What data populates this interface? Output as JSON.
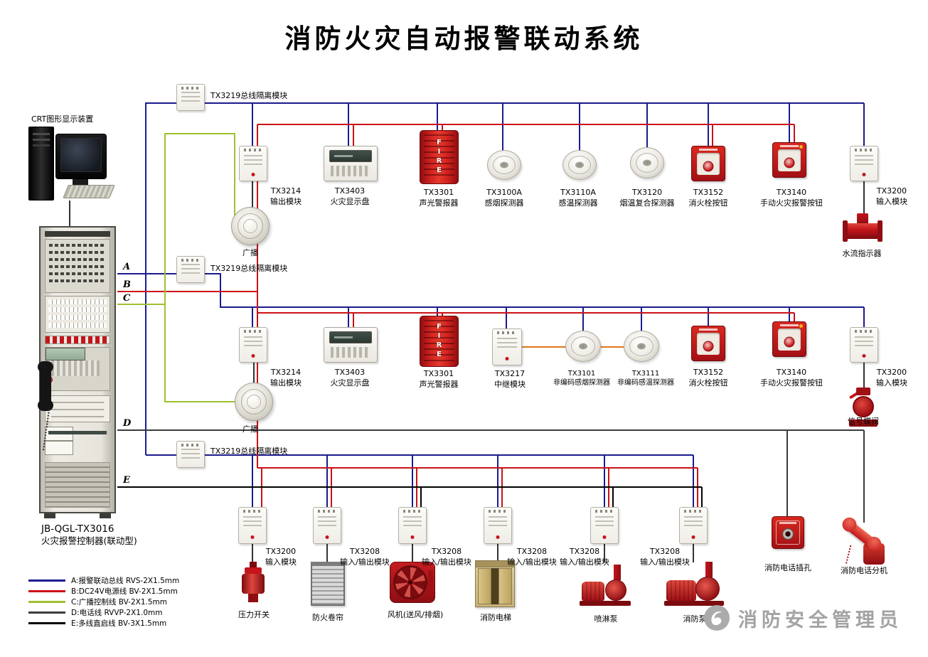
{
  "title": "消防火灾自动报警联动系统",
  "watermark": "消防安全管理员",
  "alarm_text": "FIRE",
  "crt_label": "CRT图形显示装置",
  "controller": {
    "model": "JB-QGL-TX3016",
    "type": "火灾报警控制器(联动型)"
  },
  "bus": {
    "a": "A",
    "b": "B",
    "c": "C",
    "d": "D",
    "e": "E"
  },
  "colors": {
    "bus_a": "#1b1b8f",
    "bus_b": "#cc1118",
    "bus_c": "#9fc131",
    "bus_d": "#3c3c3c",
    "bus_e": "#000000",
    "loop": "#e07818",
    "device_red": "#c3151b"
  },
  "legend": [
    {
      "text": "A:报警联动总线  RVS-2X1.5mm",
      "color": "#1b1b8f"
    },
    {
      "text": "B:DC24V电源线  BV-2X1.5mm",
      "color": "#cc1118"
    },
    {
      "text": "C:广播控制线  BV-2X1.5mm",
      "color": "#9fc131"
    },
    {
      "text": "D:电话线  RVVP-2X1.0mm",
      "color": "#3c3c3c"
    },
    {
      "text": "E:多线直启线  BV-3X1.5mm",
      "color": "#000000"
    }
  ],
  "isolator_label": "TX3219总线隔离模块",
  "row1": {
    "d1_model": "TX3214",
    "d1_name": "输出模块",
    "speaker": "广播",
    "d2_model": "TX3403",
    "d2_name": "火灾显示盘",
    "d3_model": "TX3301",
    "d3_name": "声光警报器",
    "d4_model": "TX3100A",
    "d4_name": "感烟探测器",
    "d5_model": "TX3110A",
    "d5_name": "感温探测器",
    "d6_model": "TX3120",
    "d6_name": "烟温复合探测器",
    "d7_model": "TX3152",
    "d7_name": "消火栓按钮",
    "d8_model": "TX3140",
    "d8_name": "手动火灾报警按钮",
    "d9_model": "TX3200",
    "d9_name": "输入模块",
    "flow": "水流指示器"
  },
  "row2": {
    "d1_model": "TX3214",
    "d1_name": "输出模块",
    "speaker": "广播",
    "d2_model": "TX3403",
    "d2_name": "火灾显示盘",
    "d3_model": "TX3301",
    "d3_name": "声光警报器",
    "d4_model": "TX3217",
    "d4_name": "中继模块",
    "d5_model": "TX3101",
    "d5_name": "非编码感烟探测器",
    "d6_model": "TX3111",
    "d6_name": "非编码感温探测器",
    "d7_model": "TX3152",
    "d7_name": "消火栓按钮",
    "d8_model": "TX3140",
    "d8_name": "手动火灾报警按钮",
    "d9_model": "TX3200",
    "d9_name": "输入模块",
    "valve": "信号蝶阀"
  },
  "row3": {
    "m1_model": "TX3200",
    "m1_name": "输入模块",
    "m2_model": "TX3208",
    "m2_name": "输入/输出模块",
    "m3_model": "TX3208",
    "m3_name": "输入/输出模块",
    "m4_model": "TX3208",
    "m4_name": "输入/输出模块",
    "m5_model": "TX3208",
    "m5_name": "输入/输出模块",
    "m6_model": "TX3208",
    "m6_name": "输入/输出模块",
    "e1": "压力开关",
    "e2": "防火卷帘",
    "e3": "风机(送风/排烟)",
    "e4": "消防电梯",
    "e5": "喷淋泵",
    "e6": "消防泵",
    "phone_jack": "消防电话插孔",
    "phone_ext": "消防电话分机"
  }
}
